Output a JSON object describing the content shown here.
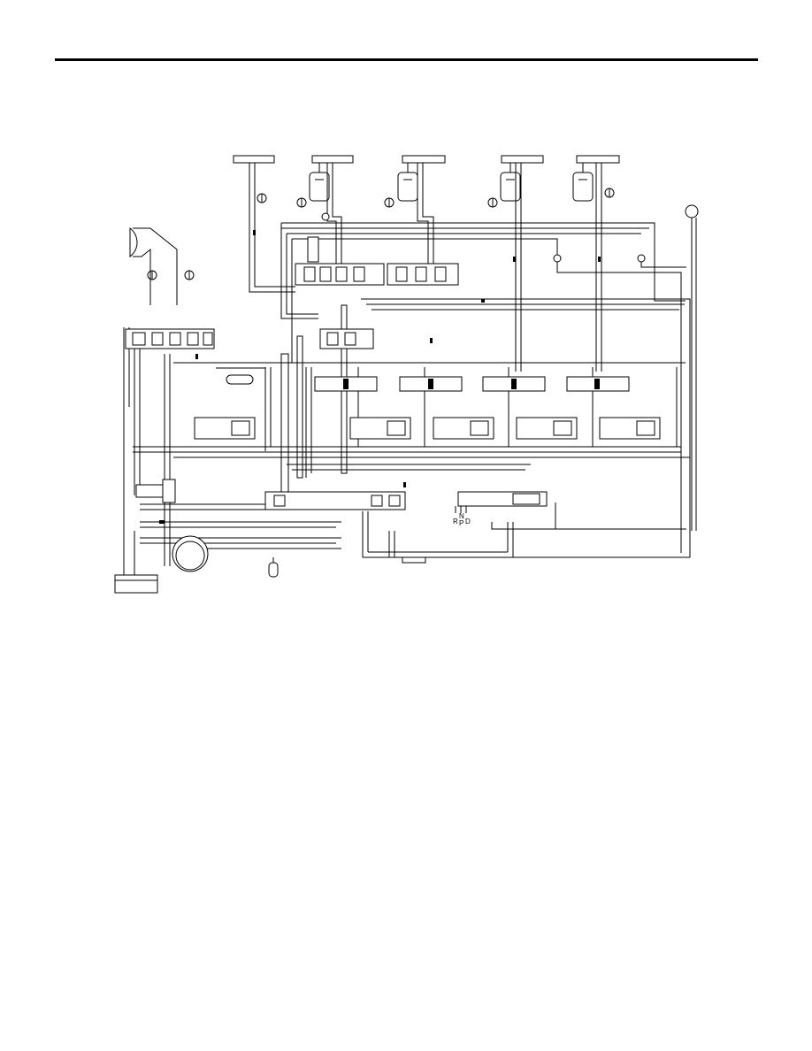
{
  "selector_positions": [
    "R",
    "N",
    "P",
    "D"
  ],
  "icons": {
    "accumulators": [
      "accumulator-icon",
      "accumulator-icon",
      "accumulator-icon",
      "accumulator-icon"
    ],
    "pressure_checks": [
      "pressure-check-icon",
      "pressure-check-icon",
      "pressure-check-icon",
      "pressure-check-icon",
      "pressure-check-icon",
      "pressure-check-icon"
    ]
  }
}
